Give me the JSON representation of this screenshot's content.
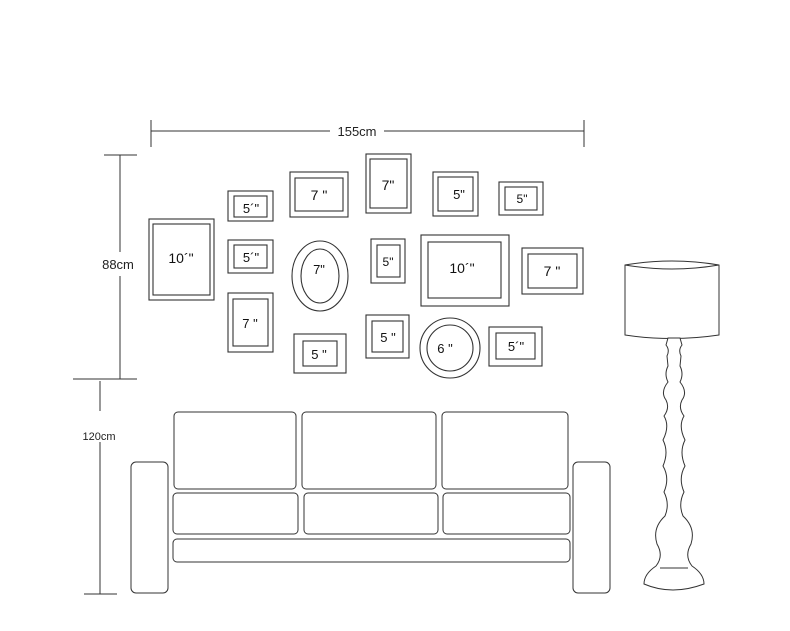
{
  "dimensions": {
    "width_label": "155cm",
    "height_label": "88cm",
    "floor_label": "120cm"
  },
  "frames": [
    {
      "id": "f1",
      "label": "10´\""
    },
    {
      "id": "f2",
      "label": "5´\""
    },
    {
      "id": "f3",
      "label": "5´\""
    },
    {
      "id": "f4",
      "label": "7 \""
    },
    {
      "id": "f5",
      "label": "7 \""
    },
    {
      "id": "f6",
      "label": "7\""
    },
    {
      "id": "f7",
      "label": "5 \""
    },
    {
      "id": "f8",
      "label": "7\""
    },
    {
      "id": "f9",
      "label": "5\""
    },
    {
      "id": "f10",
      "label": "5 \""
    },
    {
      "id": "f11",
      "label": "5\""
    },
    {
      "id": "f12",
      "label": "10´\""
    },
    {
      "id": "f13",
      "label": "6 \""
    },
    {
      "id": "f14",
      "label": "5\""
    },
    {
      "id": "f15",
      "label": "7 \""
    },
    {
      "id": "f16",
      "label": "5´\""
    }
  ]
}
